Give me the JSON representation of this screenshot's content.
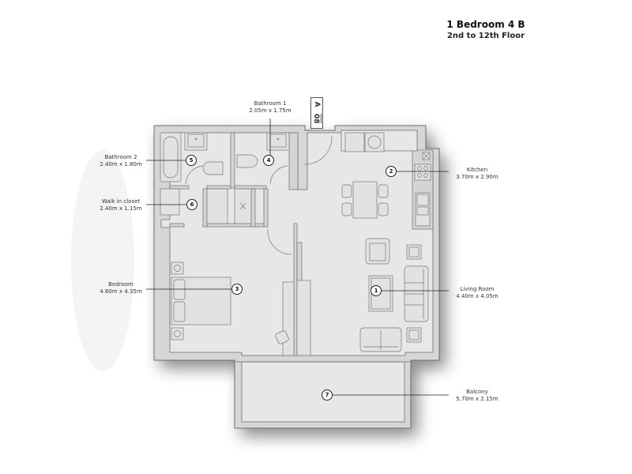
{
  "header": {
    "title": "1 Bedroom 4 B",
    "subtitle": "2nd to 12th Floor"
  },
  "unit_tag": {
    "letter": "A",
    "number": "08"
  },
  "rooms": [
    {
      "marker": "1",
      "name": "Living Room",
      "dims": "4.40m x 4.05m"
    },
    {
      "marker": "2",
      "name": "Kitchen",
      "dims": "3.70m x 2.90m"
    },
    {
      "marker": "3",
      "name": "Bedroom",
      "dims": "4.60m x 4.35m"
    },
    {
      "marker": "4",
      "name": "Bathroom 1",
      "dims": "2.05m x 1.75m"
    },
    {
      "marker": "5",
      "name": "Bathroom 2",
      "dims": "2.40m x 1.80m"
    },
    {
      "marker": "6",
      "name": "Walk in closet",
      "dims": "2.40m x 1.15m"
    },
    {
      "marker": "7",
      "name": "Balcony",
      "dims": "5.70m x 2.15m"
    }
  ],
  "colors": {
    "floor": "#e6e6e6",
    "wall": "#d4d4d4",
    "line": "#6e6e6e",
    "leader": "#222222",
    "shadow": "#9a9a9a"
  }
}
